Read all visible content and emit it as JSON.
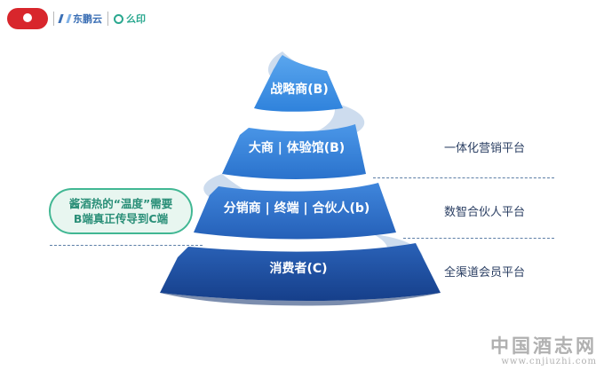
{
  "header": {
    "brand_2": "东鹏云",
    "brand_3": "么印"
  },
  "pyramid": {
    "tiers": [
      {
        "label": "战略商(B)"
      },
      {
        "label": "大商 | 体验馆(B)"
      },
      {
        "label": "分销商 | 终端 | 合伙人(b)"
      },
      {
        "label": "消费者(C)"
      }
    ],
    "platforms": [
      {
        "label": "一体化营销平台"
      },
      {
        "label": "数智合伙人平台"
      },
      {
        "label": "全渠道会员平台"
      }
    ]
  },
  "callout": {
    "line_1": "酱酒热的“温度”需要",
    "line_2": "B端真正传导到C端"
  },
  "watermark": {
    "title": "中国酒志网",
    "url": "www.cnjiuzhi.com"
  },
  "colors": {
    "tier_top": "#3a8ee0",
    "tier_mid": "#2f78cf",
    "tier_lower": "#2a66c0",
    "tier_base": "#1e4fa3",
    "ribbon": "#c9d8ea",
    "callout_border": "#41b793",
    "dashed_line": "#5c7ea6"
  }
}
